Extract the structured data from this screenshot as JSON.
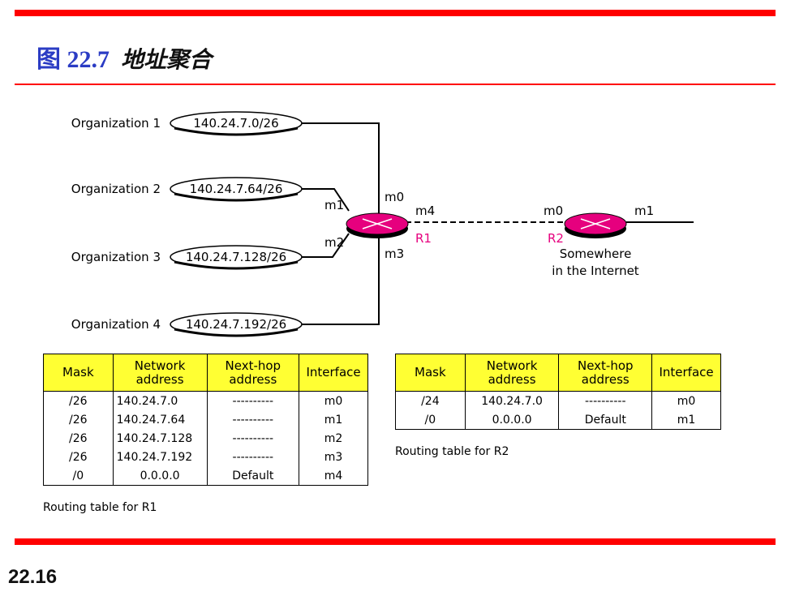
{
  "slide": {
    "title_number": "图 22.7",
    "title_text": "地址聚合",
    "page_number": "22.16"
  },
  "diagram": {
    "organizations": [
      {
        "label": "Organization 1",
        "address": "140.24.7.0/26"
      },
      {
        "label": "Organization 2",
        "address": "140.24.7.64/26"
      },
      {
        "label": "Organization 3",
        "address": "140.24.7.128/26"
      },
      {
        "label": "Organization 4",
        "address": "140.24.7.192/26"
      }
    ],
    "r1": {
      "name": "R1",
      "if_m0": "m0",
      "if_m1": "m1",
      "if_m2": "m2",
      "if_m3": "m3",
      "if_m4": "m4"
    },
    "r2": {
      "name": "R2",
      "if_m0": "m0",
      "if_m1": "m1",
      "location_line1": "Somewhere",
      "location_line2": "in the Internet"
    },
    "colors": {
      "router": "#e6007e",
      "router_label": "#e6007e",
      "highlight": "#ffff33"
    }
  },
  "tables": {
    "headers": {
      "mask": "Mask",
      "network_1": "Network",
      "network_2": "address",
      "nexthop_1": "Next-hop",
      "nexthop_2": "address",
      "interface": "Interface"
    },
    "r1": {
      "caption": "Routing table for R1",
      "rows": [
        {
          "mask": "/26",
          "network": "140.24.7.0",
          "nexthop": "----------",
          "iface": "m0"
        },
        {
          "mask": "/26",
          "network": "140.24.7.64",
          "nexthop": "----------",
          "iface": "m1"
        },
        {
          "mask": "/26",
          "network": "140.24.7.128",
          "nexthop": "----------",
          "iface": "m2"
        },
        {
          "mask": "/26",
          "network": "140.24.7.192",
          "nexthop": "----------",
          "iface": "m3"
        },
        {
          "mask": "/0",
          "network": "0.0.0.0",
          "nexthop": "Default",
          "iface": "m4"
        }
      ]
    },
    "r2": {
      "caption": "Routing table for R2",
      "rows": [
        {
          "mask": "/24",
          "network": "140.24.7.0",
          "nexthop": "----------",
          "iface": "m0"
        },
        {
          "mask": "/0",
          "network": "0.0.0.0",
          "nexthop": "Default",
          "iface": "m1"
        }
      ]
    }
  }
}
